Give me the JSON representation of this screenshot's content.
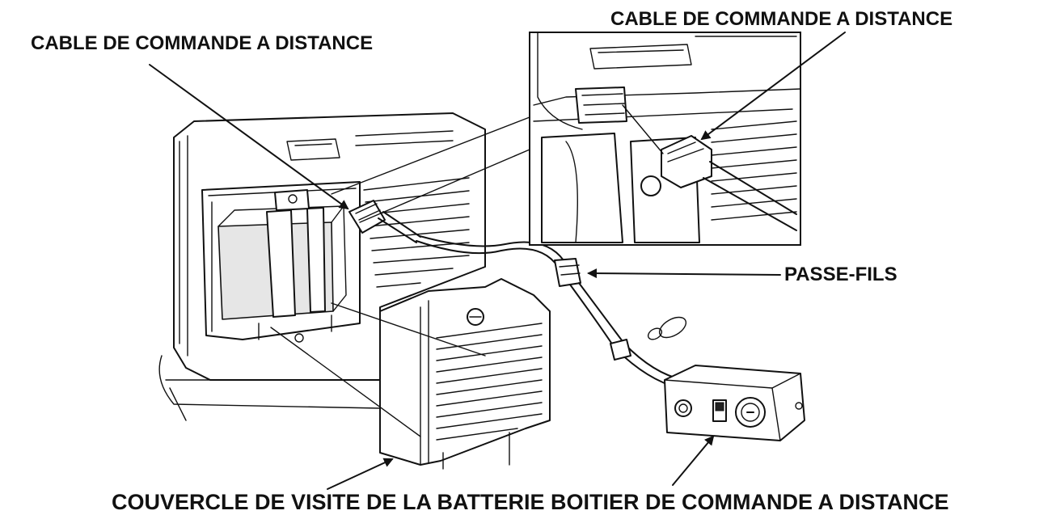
{
  "labels": {
    "remote_cable_left": "CABLE DE COMMANDE A DISTANCE",
    "remote_cable_right": "CABLE DE COMMANDE A DISTANCE",
    "grommet": "PASSE-FILS",
    "bottom_caption": "COUVERCLE DE VISITE DE LA BATTERIE BOITIER DE COMMANDE A DISTANCE"
  },
  "colors": {
    "line": "#111111",
    "background": "#ffffff",
    "shade": "#e6e6e6"
  }
}
